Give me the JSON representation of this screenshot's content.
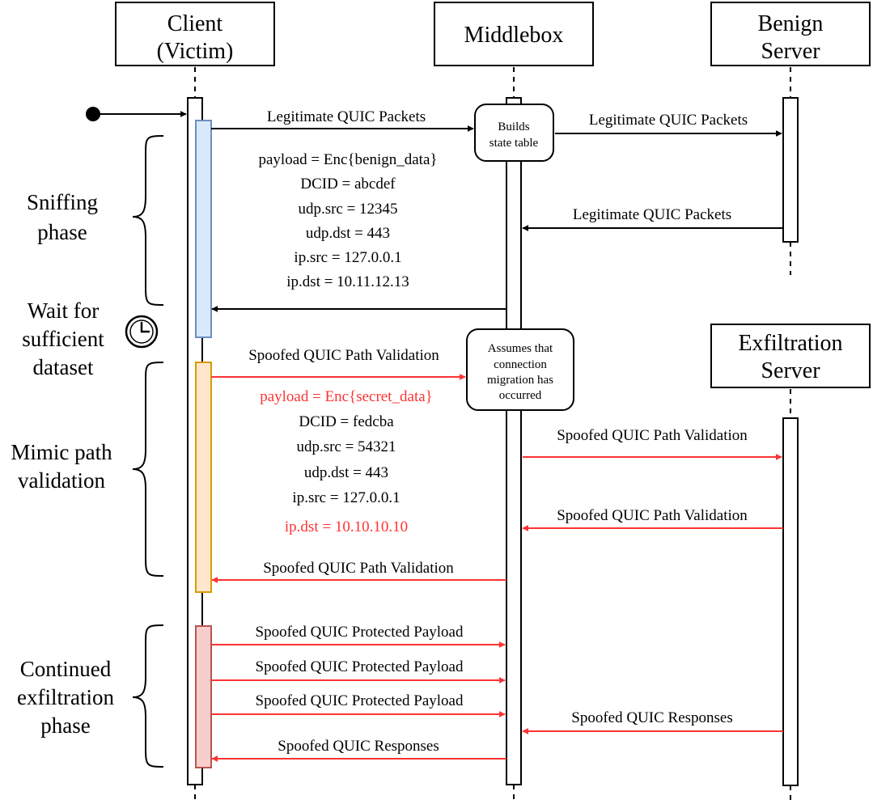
{
  "participants": {
    "client": [
      "Client",
      "(Victim)"
    ],
    "middlebox": [
      "Middlebox"
    ],
    "benign": [
      "Benign",
      "Server"
    ],
    "exfil": [
      "Exfiltration",
      "Server"
    ]
  },
  "notes": {
    "builds": [
      "Builds",
      "state table"
    ],
    "assumes": [
      "Assumes that",
      "connection",
      "migration has",
      "occurred"
    ]
  },
  "phases": {
    "sniffing": [
      "Sniffing",
      "phase"
    ],
    "wait": [
      "Wait for",
      "sufficient",
      "dataset"
    ],
    "mimic": [
      "Mimic path",
      "validation"
    ],
    "continued": [
      "Continued",
      "exfiltration",
      "phase"
    ]
  },
  "messages": {
    "legit_client_to_mb": "Legitimate QUIC Packets",
    "legit_mb_to_benign": "Legitimate QUIC Packets",
    "legit_benign_to_mb": "Legitimate QUIC Packets",
    "spoof_pv_client_to_mb": "Spoofed QUIC Path Validation",
    "spoof_pv_mb_to_exfil": "Spoofed QUIC Path Validation",
    "spoof_pv_exfil_to_mb": "Spoofed QUIC Path Validation",
    "spoof_pv_mb_to_client": "Spoofed QUIC Path Validation",
    "protected_payload_1": "Spoofed QUIC Protected Payload",
    "protected_payload_2": "Spoofed QUIC Protected Payload",
    "protected_payload_3": "Spoofed QUIC Protected Payload",
    "responses_exfil_to_mb": "Spoofed QUIC Responses",
    "responses_mb_to_client": "Spoofed QUIC Responses"
  },
  "packet_fields": {
    "benign": [
      "payload = Enc{benign_data}",
      "DCID = abcdef",
      "udp.src = 12345",
      "udp.dst = 443",
      "ip.src = 127.0.0.1",
      "ip.dst = 10.11.12.13"
    ],
    "spoofed": [
      "payload = Enc{secret_data}",
      "DCID = fedcba",
      "udp.src = 54321",
      "udp.dst = 443",
      "ip.src = 127.0.0.1",
      "ip.dst = 10.10.10.10"
    ]
  },
  "colors": {
    "normal": "#000000",
    "attack": "#ff3333",
    "sniff_fill": "#dae8fc",
    "sniff_stroke": "#6c8ebf",
    "mimic_fill": "#ffe6cc",
    "mimic_stroke": "#d79b00",
    "exfil_fill": "#f8cecc",
    "exfil_stroke": "#b85450"
  },
  "icons": {
    "wait": "clock-icon",
    "start": "initial-state-dot-icon"
  }
}
